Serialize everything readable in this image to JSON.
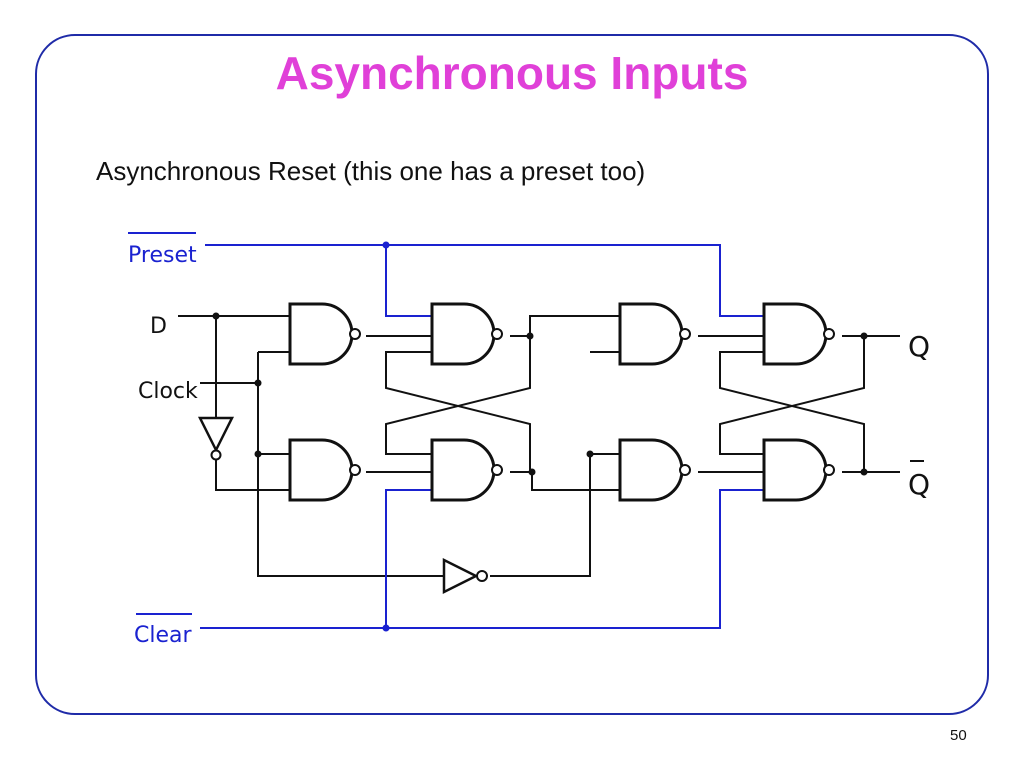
{
  "slide": {
    "title": "Asynchronous Inputs",
    "subtitle": "Asynchronous Reset (this one has a preset too)",
    "page_number": "50"
  },
  "circuit": {
    "labels": {
      "preset": "Preset",
      "d": "D",
      "clock": "Clock",
      "clear": "Clear",
      "q": "Q",
      "q_bar": "Q"
    }
  },
  "colors": {
    "title": "#e040d8",
    "frame": "#1f2ba8",
    "async_wires": "#1a22d0",
    "wires": "#111111"
  }
}
